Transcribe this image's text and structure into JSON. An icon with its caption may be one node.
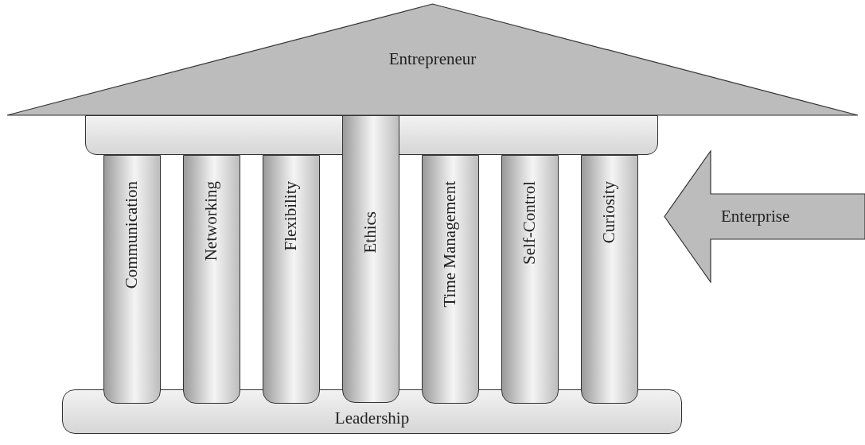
{
  "diagram": {
    "nodes": [
      {
        "text": [
          "Entrepreneur"
        ]
      },
      {
        "text": [],
        "shape": "box"
      },
      {
        "text": [
          "Communication"
        ]
      },
      {
        "text": [
          "Networking"
        ]
      },
      {
        "text": [
          "Flexibility"
        ]
      },
      {
        "text": [
          "Ethics"
        ]
      },
      {
        "text": [
          "Time Management"
        ]
      },
      {
        "text": [
          "Self-Control"
        ]
      },
      {
        "text": [
          "Curiosity"
        ]
      },
      {
        "text": [
          "Leadership"
        ]
      },
      {
        "text": [
          "Enterprise"
        ]
      }
    ],
    "edges": []
  }
}
